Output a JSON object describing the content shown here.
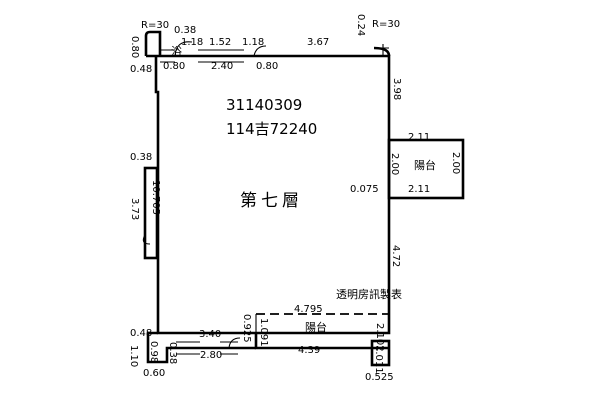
{
  "plan": {
    "parcel_number": "31140309",
    "building_number": "114吉72240",
    "floor_label": "第七層",
    "watermark": "透明房訊製表",
    "balcony_label": "陽台",
    "balcony_label_lower": "陽台",
    "bath_label": "浴",
    "dimensions": {
      "r_top_left": "R=30",
      "d_038_top": "0.38",
      "d_118_a": "1.18",
      "d_152": "1.52",
      "d_118_b": "1.18",
      "d_367": "3.67",
      "d_024": "0.24",
      "r_top_right": "R=30",
      "d_080_left": "0.80",
      "d_048_top": "0.48",
      "d_080_b": "0.80",
      "d_240": "2.40",
      "d_080_c": "0.80",
      "d_398": "3.98",
      "d_211_top": "2.11",
      "d_200_a": "2.00",
      "d_200_b": "2.00",
      "d_211_bottom": "2.11",
      "d_0075": "0.075",
      "d_038_left": "0.38",
      "d_10705": "10.705",
      "d_373": "3.73",
      "d_472": "4.72",
      "d_4795": "4.795",
      "d_0925": "0.925",
      "d_1091": "1.091",
      "d_048_bottom": "0.48",
      "d_110": "1.10",
      "d_098": "0.98",
      "d_340": "3.40",
      "d_038_bottom": "0.38",
      "d_280": "2.80",
      "d_439": "4.39",
      "d_2102": "2.102",
      "d_1011": "1.011",
      "d_060": "0.60",
      "d_0525": "0.525"
    }
  }
}
